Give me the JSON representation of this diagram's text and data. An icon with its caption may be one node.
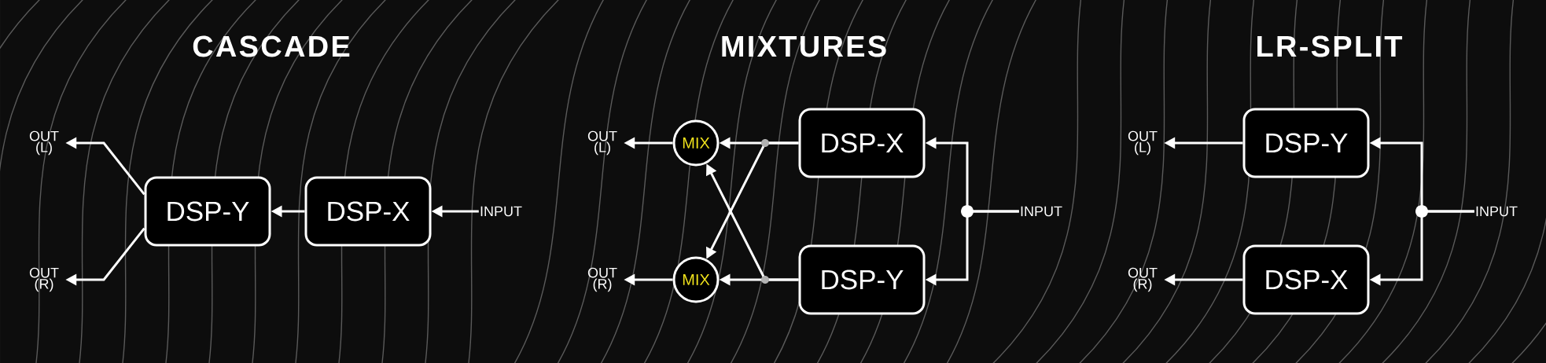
{
  "diagram": {
    "nodes": [
      {
        "text": [
          "OUT (L)"
        ]
      },
      {
        "text": [
          "OUT (R)"
        ]
      },
      {
        "text": [
          "DSP-Y"
        ]
      },
      {
        "text": [
          "DSP-X"
        ]
      },
      {
        "text": [
          "INPUT"
        ]
      },
      {
        "text": [
          "OUT (L)"
        ]
      },
      {
        "text": [
          "OUT (R)"
        ]
      },
      {
        "text": [
          "MIX"
        ]
      },
      {
        "text": [
          "MIX"
        ]
      },
      {
        "text": [
          "DSP-X"
        ]
      },
      {
        "text": [
          "DSP-Y"
        ]
      },
      {
        "text": [
          "INPUT"
        ]
      },
      {
        "text": [
          "OUT (L)"
        ]
      },
      {
        "text": [
          "OUT (R)"
        ]
      },
      {
        "text": [
          "DSP-Y"
        ]
      },
      {
        "text": [
          "DSP-X"
        ]
      },
      {
        "text": [
          "INPUT"
        ]
      }
    ],
    "edges": [
      {
        "from": 2,
        "to": 0,
        "arrow": "to"
      },
      {
        "from": 2,
        "to": 1,
        "arrow": "to"
      },
      {
        "from": 3,
        "to": 2,
        "arrow": "to"
      },
      {
        "from": 4,
        "to": 3,
        "arrow": "to"
      },
      {
        "from": 7,
        "to": 5,
        "arrow": "to"
      },
      {
        "from": 8,
        "to": 6,
        "arrow": "to"
      },
      {
        "from": 9,
        "to": 7,
        "arrow": "to"
      },
      {
        "from": 9,
        "to": 8,
        "arrow": "to"
      },
      {
        "from": 10,
        "to": 8,
        "arrow": "to"
      },
      {
        "from": 10,
        "to": 7,
        "arrow": "to"
      },
      {
        "from": 11,
        "to": 9,
        "arrow": "to"
      },
      {
        "from": 11,
        "to": 10,
        "arrow": "to"
      },
      {
        "from": 14,
        "to": 12,
        "arrow": "to"
      },
      {
        "from": 15,
        "to": 13,
        "arrow": "to"
      },
      {
        "from": 16,
        "to": 14,
        "arrow": "to"
      },
      {
        "from": 16,
        "to": 15,
        "arrow": "to"
      }
    ],
    "labels": [
      "CASCADE",
      "MIXTURES",
      "LR-SPLIT"
    ]
  }
}
